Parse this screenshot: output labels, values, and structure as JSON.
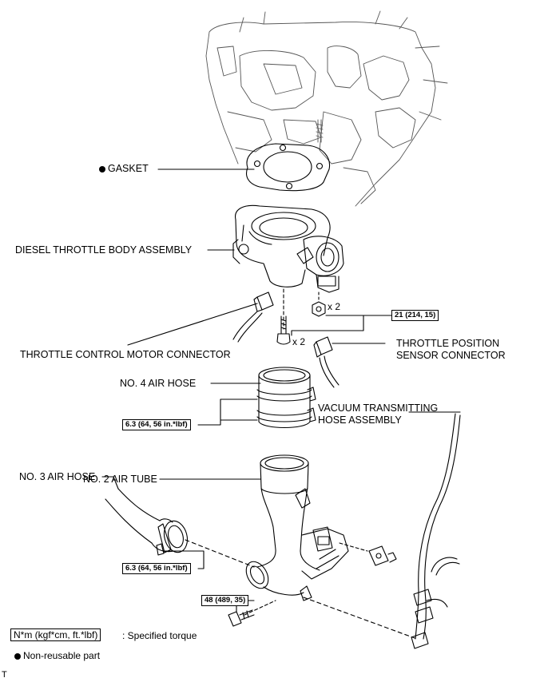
{
  "labels": {
    "gasket": "GASKET",
    "throttle_body": "DIESEL THROTTLE BODY ASSEMBLY",
    "motor_connector": "THROTTLE CONTROL MOTOR CONNECTOR",
    "position_sensor": "THROTTLE POSITION\nSENSOR CONNECTOR",
    "no4_hose": "NO. 4 AIR HOSE",
    "vacuum_hose": "VACUUM TRANSMITTING\nHOSE ASSEMBLY",
    "no3_hose": "NO. 3 AIR HOSE",
    "no2_tube": "NO. 2 AIR TUBE"
  },
  "quantities": {
    "nut_qty": "x 2",
    "bolt_qty": "x 2"
  },
  "torques": {
    "throttle_body": "21 (214, 15)",
    "no4_hose": "6.3 (64, 56 in.*lbf)",
    "no3_hose": "6.3 (64, 56 in.*lbf)",
    "air_tube_bolt": "48 (489, 35)"
  },
  "legend": {
    "torque_unit": "N*m (kgf*cm, ft.*lbf)",
    "torque_desc": ": Specified torque",
    "non_reusable": "Non-reusable part"
  },
  "corner_mark": "T"
}
